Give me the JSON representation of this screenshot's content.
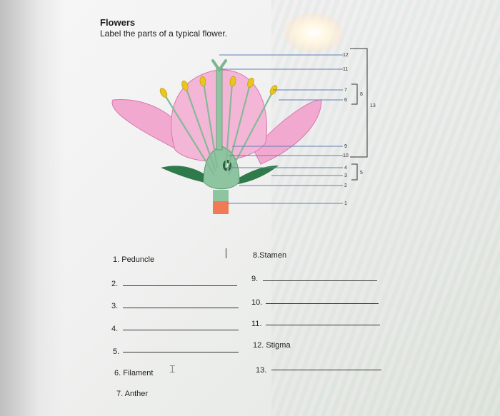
{
  "worksheet": {
    "title": "Flowers",
    "instruction": "Label the parts of a typical flower."
  },
  "diagram_labels": {
    "n12": "12",
    "n11": "11",
    "n7": "7",
    "n6": "6",
    "n8": "8",
    "n13": "13",
    "n9": "9",
    "n10": "10",
    "n4": "4",
    "n3": "3",
    "n2": "2",
    "n1": "1",
    "n5": "5"
  },
  "answers_left": [
    {
      "text": "1. Peduncle"
    },
    {
      "text": "2."
    },
    {
      "text": "3."
    },
    {
      "text": "4."
    },
    {
      "text": "5."
    },
    {
      "text": "6. Filament"
    },
    {
      "text": "7. Anther"
    }
  ],
  "answers_right": [
    {
      "text": "8.Stamen"
    },
    {
      "text": "9."
    },
    {
      "text": "10."
    },
    {
      "text": "11."
    },
    {
      "text": "12. Stigma"
    },
    {
      "text": "13."
    }
  ],
  "colors": {
    "petal": "#f2a9d0",
    "petal_edge": "#d778ae",
    "sepal": "#2f7a4a",
    "stem_green": "#8fc4a0",
    "anther": "#e8c51f",
    "peduncle": "#f07a55",
    "leader_line": "#5f7fb3"
  }
}
